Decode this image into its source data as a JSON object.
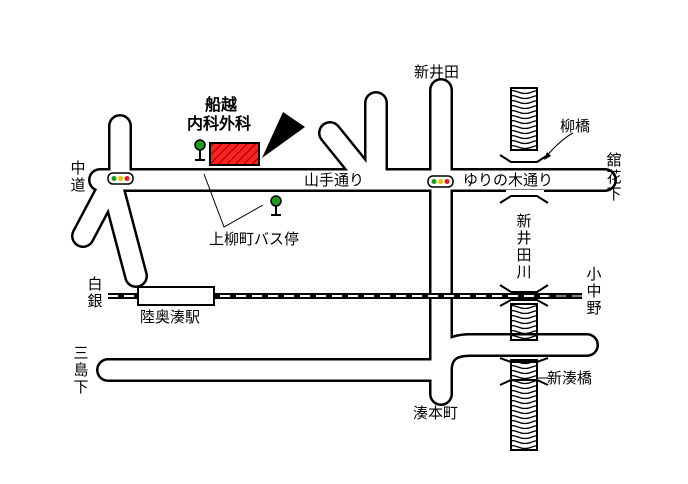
{
  "clinic": {
    "name_line1": "船越",
    "name_line2": "内科外科",
    "marker_color": "#ff2020"
  },
  "roads": {
    "yamate": "山手通り",
    "yurinoki": "ゆりの木通り"
  },
  "places": {
    "bus_stop": "上柳町バス停",
    "station": "陸奥湊駅",
    "shin_iruta_top": "新井田",
    "shin_iruta_river": "新井田川",
    "yanagi_bridge": "柳橋",
    "shin_minato_bridge": "新湊橋",
    "minato_honcho": "湊本町",
    "nakamichi": "中道",
    "shirogane": "白銀",
    "mishima_shita": "三島下",
    "tachihana_shita": "舘花下",
    "konakano": "小中野"
  }
}
